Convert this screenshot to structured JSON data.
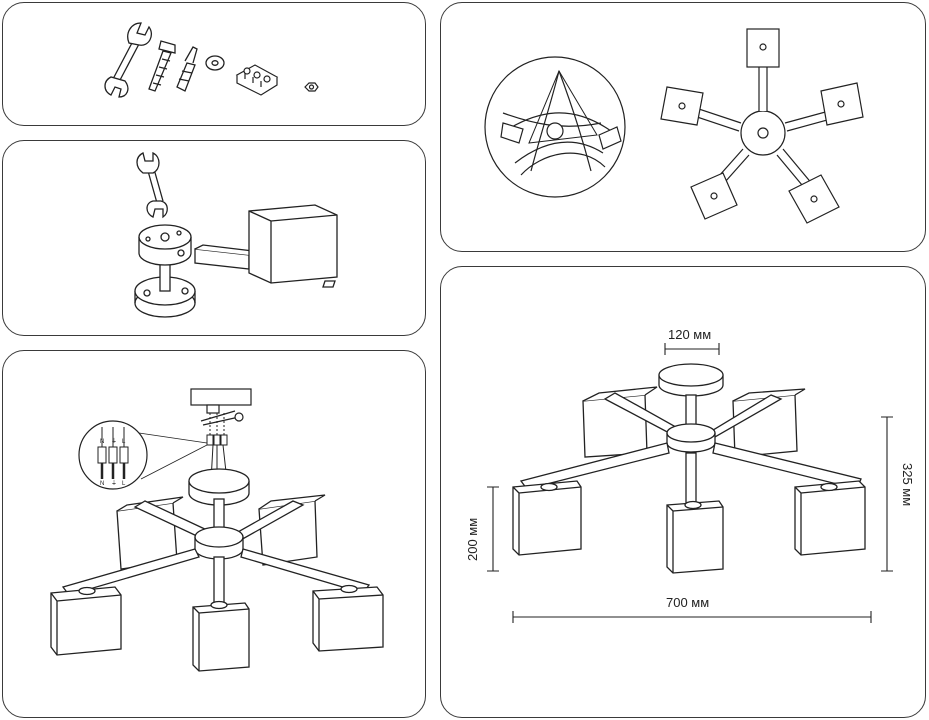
{
  "dimensions": {
    "base_diameter": "120 мм",
    "width": "700 мм",
    "height_total": "325 мм",
    "height_shade": "200 мм"
  },
  "wiring_labels": {
    "neutral": "N",
    "earth": "⏚",
    "live": "L"
  }
}
